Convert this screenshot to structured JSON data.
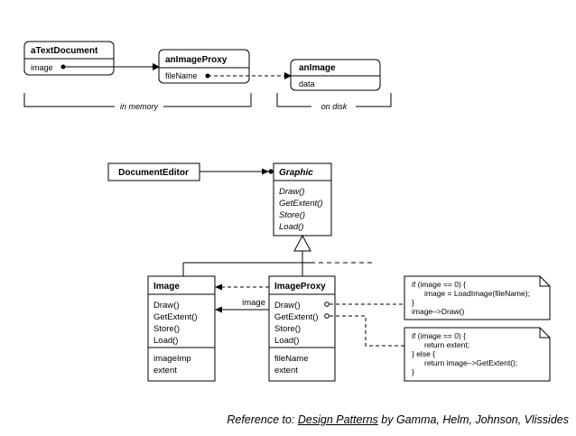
{
  "top_diagram": {
    "objects": {
      "text_document": {
        "name": "aTextDocument",
        "field": "image"
      },
      "image_proxy": {
        "name": "anImageProxy",
        "field": "fileName"
      },
      "image": {
        "name": "anImage",
        "field": "data"
      }
    },
    "regions": {
      "memory": "in memory",
      "disk": "on disk"
    }
  },
  "class_diagram": {
    "document_editor": {
      "name": "DocumentEditor"
    },
    "graphic": {
      "name": "Graphic",
      "ops": [
        "Draw()",
        "GetExtent()",
        "Store()",
        "Load()"
      ]
    },
    "image_class": {
      "name": "Image",
      "ops": [
        "Draw()",
        "GetExtent()",
        "Store()",
        "Load()"
      ],
      "attrs": [
        "imageImp",
        "extent"
      ]
    },
    "image_proxy_class": {
      "name": "ImageProxy",
      "ops": [
        "Draw()",
        "GetExtent()",
        "Store()",
        "Load()"
      ],
      "attrs": [
        "fileName",
        "extent"
      ]
    },
    "association_label": "image",
    "note_draw": [
      "if (image == 0) {",
      "image = LoadImage(fileName);",
      "}",
      "image–>Draw()"
    ],
    "note_extent": [
      "if (image == 0) {",
      "return extent;",
      "} else {",
      "return image–>GetExtent();",
      "}"
    ]
  },
  "reference": {
    "prefix": "Reference to: ",
    "title": "Design Patterns",
    "suffix": " by Gamma, Helm, Johnson, Vlissides"
  }
}
